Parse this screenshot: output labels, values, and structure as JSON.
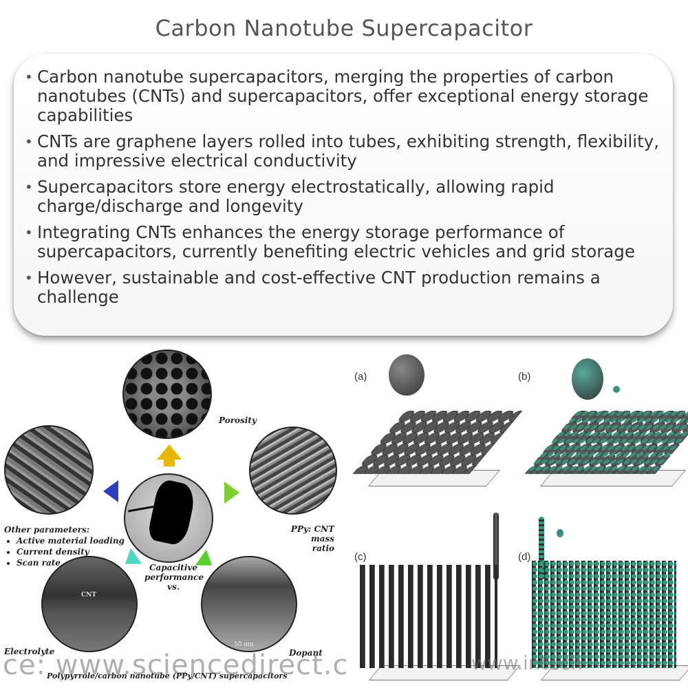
{
  "title": "Carbon Nanotube Supercapacitor",
  "bullets": [
    "Carbon nanotube supercapacitors, merging the properties of carbon nanotubes (CNTs) and supercapacitors, offer exceptional energy storage capabilities",
    "CNTs are graphene layers rolled into tubes, exhibiting strength, flexibility, and impressive electrical conductivity",
    "Supercapacitors store energy electrostatically, allowing rapid charge/discharge and longevity",
    "Integrating CNTs enhances the energy storage performance of supercapacitors, currently benefiting electric vehicles and grid storage",
    "However, sustainable and cost-effective CNT production remains a challenge"
  ],
  "left_figure": {
    "porosity": "Porosity",
    "ppy_ratio": "PPy: CNT mass ratio",
    "other_title": "Other parameters:",
    "other_items": [
      "Active material loading",
      "Current density",
      "Scan rate"
    ],
    "capacitive": "Capacitive performance vs.",
    "electrolyte": "Electrolyte",
    "dopant": "Dopant",
    "cnt_label": "CNT",
    "scale_label": "50 nm",
    "caption": "Polypyrrole/carbon nanotube (PPy/CNT) supercapacitors",
    "watermark": "ce: www.sciencedirect.c"
  },
  "right_figure": {
    "labels": [
      "(a)",
      "(b)",
      "(c)",
      "(d)"
    ],
    "watermark": "www.intech"
  }
}
